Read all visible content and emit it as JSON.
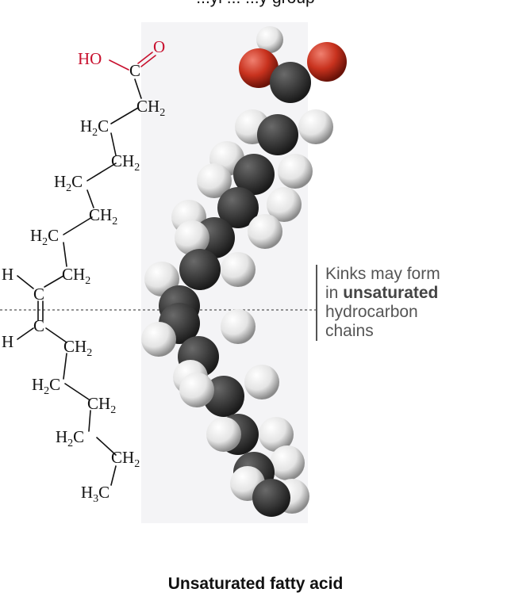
{
  "header_fragment": "...yl ... ...y group",
  "structural_formula": {
    "carboxyl": {
      "ho": "HO",
      "c": "C",
      "o": "O"
    },
    "groups": [
      {
        "main": "CH",
        "sub": "2"
      },
      {
        "main": "H",
        "sub": "2",
        "tail": "C"
      },
      {
        "main": "CH",
        "sub": "2"
      },
      {
        "main": "H",
        "sub": "2",
        "tail": "C"
      },
      {
        "main": "CH",
        "sub": "2"
      },
      {
        "main": "H",
        "sub": "2",
        "tail": "C"
      },
      {
        "main": "CH",
        "sub": "2"
      },
      {
        "main": "CH",
        "sub": "2"
      },
      {
        "main": "H",
        "sub": "2",
        "tail": "C"
      },
      {
        "main": "CH",
        "sub": "2"
      },
      {
        "main": "H",
        "sub": "2",
        "tail": "C"
      },
      {
        "main": "CH",
        "sub": "2"
      },
      {
        "main": "H",
        "sub": "3",
        "tail": "C"
      }
    ],
    "double_bond": {
      "h_top": "H",
      "h_bottom": "H",
      "c_top": "C",
      "c_bottom": "C"
    }
  },
  "annotation": {
    "line1": "Kinks may form",
    "line2_pre": "in ",
    "line2_bold": "unsaturated",
    "line3": "hydrocarbon",
    "line4": "chains"
  },
  "caption": "Unsaturated fatty acid",
  "colors": {
    "oxygen_red": "#c8102e",
    "carbon_dark": "#3a3a3a",
    "hydrogen_white": "#f2f2f2",
    "molecule_panel": "#f4f4f6"
  }
}
